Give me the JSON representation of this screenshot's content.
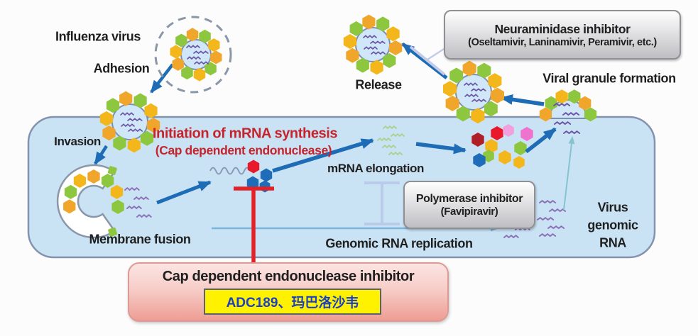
{
  "labels": {
    "influenza_virus": "Influenza virus",
    "adhesion": "Adhesion",
    "invasion": "Invasion",
    "membrane_fusion": "Membrane fusion",
    "initiation_line1": "Initiation of mRNA synthesis",
    "initiation_line2": "(Cap dependent endonuclease)",
    "mrna_elongation": "mRNA elongation",
    "genomic_rna_replication": "Genomic RNA replication",
    "virus_genomic_rna_line1": "Virus",
    "virus_genomic_rna_line2": "genomic",
    "virus_genomic_rna_line3": "RNA",
    "release": "Release",
    "viral_granule_formation": "Viral granule formation"
  },
  "boxes": {
    "neuraminidase": {
      "line1": "Neuraminidase inhibitor",
      "line2": "(Oseltamivir, Laninamivir, Peramivir, etc.)"
    },
    "polymerase": {
      "line1": "Polymerase inhibitor",
      "line2": "(Favipiravir)"
    },
    "cap_endonuclease": {
      "title": "Cap dependent endonuclease inhibitor",
      "drugs": "ADC189、玛巴洛沙韦"
    }
  },
  "colors": {
    "arrow_blue": "#1E6CB5",
    "inhibitor_red": "#E32227",
    "lavender_inhibit": "#C3CBE8",
    "light_blue_arrow": "#7AB5D9",
    "teal_arrow": "#85C3CD",
    "cell_fill": "#C9E3F5",
    "cell_border": "#8493AD",
    "virus_core": "#CFE7F8",
    "virus_border": "#7D8FAE",
    "hex_orange": "#F0A62A",
    "hex_orange2": "#F3B71C",
    "hex_green": "#8DC63F",
    "rna_purple": "#6A54A3",
    "rna_purple_light": "#8A6FB8",
    "mrna_green": "#A9D38E",
    "red_heading": "#C6242C",
    "highlight_yellow": "#FEF200",
    "drug_text_blue": "#1C3FC4",
    "hex_red": "#E8192B",
    "hex_dark_red": "#B01E28",
    "hex_blue": "#1F6DB8",
    "hex_pink_light": "#F2A0DD",
    "hex_pink": "#EE72CE"
  }
}
